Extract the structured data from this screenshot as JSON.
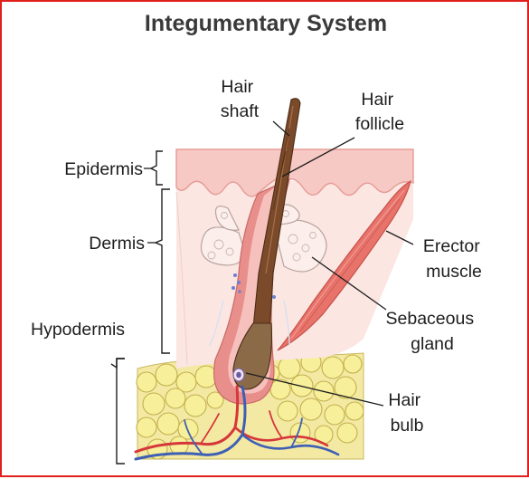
{
  "title": "Integumentary System",
  "labels": {
    "hair_shaft": [
      "Hair",
      "shaft"
    ],
    "hair_follicle": [
      "Hair",
      "follicle"
    ],
    "epidermis": "Epidermis",
    "dermis": "Dermis",
    "hypodermis": "Hypodermis",
    "erector_muscle": [
      "Erector",
      "muscle"
    ],
    "sebaceous_gland": [
      "Sebaceous",
      "gland"
    ],
    "hair_bulb": [
      "Hair",
      "bulb"
    ]
  },
  "colors": {
    "border": "#e0201b",
    "epidermis": "#f6c9c4",
    "dermis": "#fbe6e2",
    "fat": "#f3e9a2",
    "muscle": "#e8736a",
    "hair": "#7a4a2a",
    "follicle": "#e88f8c",
    "artery": "#d6373b",
    "vein": "#3f5fb5"
  }
}
